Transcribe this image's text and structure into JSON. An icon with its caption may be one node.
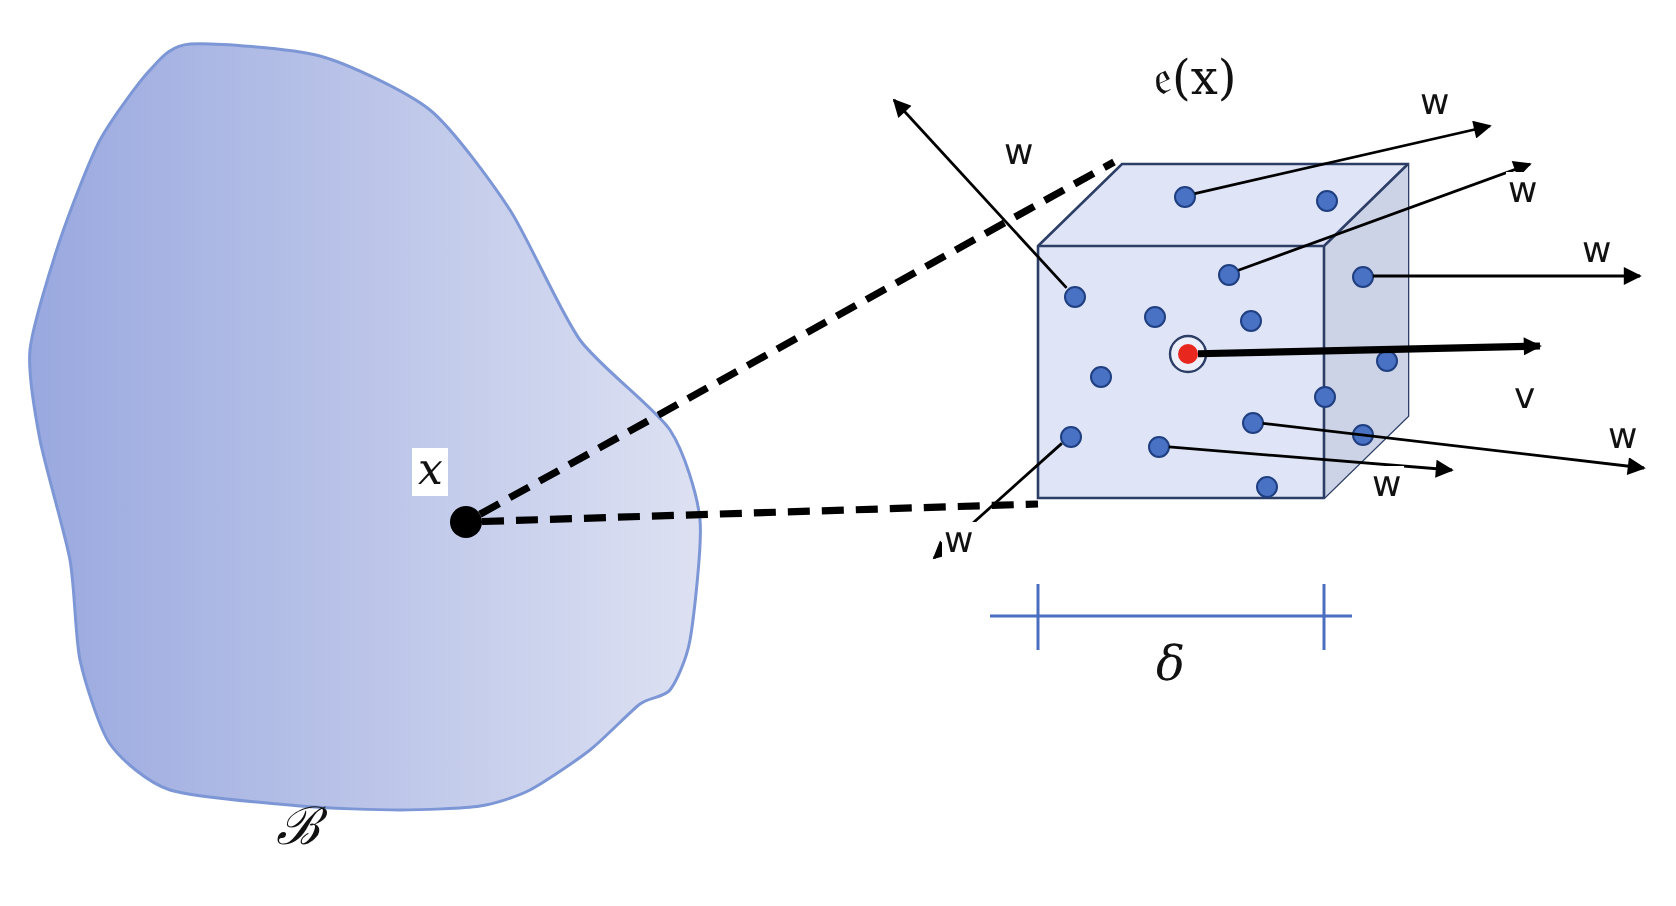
{
  "diagram": {
    "nodes": [
      {
        "text": [
          "ℬ"
        ]
      },
      {
        "text": [
          "x"
        ],
        "in": 0
      },
      {
        "text": [
          "𝔢(x)"
        ]
      },
      {
        "text": [],
        "shape": "circle",
        "in": 2
      },
      {
        "text": [],
        "shape": "circle",
        "in": 2
      },
      {
        "text": [],
        "shape": "circle",
        "in": 2
      },
      {
        "text": [],
        "shape": "circle",
        "in": 2
      },
      {
        "text": [],
        "shape": "circle",
        "in": 2
      },
      {
        "text": [],
        "shape": "circle",
        "in": 2
      },
      {
        "text": [],
        "shape": "circle",
        "in": 2
      },
      {
        "text": [],
        "shape": "circle",
        "in": 2
      },
      {
        "text": [],
        "shape": "circle",
        "in": 2
      },
      {
        "text": [],
        "shape": "circle",
        "in": 2
      },
      {
        "text": [],
        "shape": "circle",
        "in": 2
      },
      {
        "text": [],
        "shape": "circle",
        "in": 2
      },
      {
        "text": [],
        "shape": "circle",
        "in": 2
      },
      {
        "text": [],
        "shape": "circle",
        "in": 2
      },
      {
        "text": [],
        "shape": "circle",
        "in": 2
      },
      {
        "text": [],
        "shape": "circle",
        "in": 2
      }
    ],
    "edges": [
      {
        "from": 1,
        "to": 2,
        "arrow": "none",
        "style": "dashed"
      },
      {
        "from": 1,
        "to": 2,
        "arrow": "none",
        "style": "dashed"
      },
      {
        "from": 3,
        "to": null,
        "arrow": "to",
        "label": "w"
      },
      {
        "from": 5,
        "to": null,
        "arrow": "to",
        "label": "w"
      },
      {
        "from": 6,
        "to": null,
        "arrow": "to",
        "label": "w"
      },
      {
        "from": 7,
        "to": null,
        "arrow": "to",
        "label": "w"
      },
      {
        "from": 10,
        "to": null,
        "arrow": "to",
        "label": "v",
        "style": "thick"
      },
      {
        "from": 14,
        "to": null,
        "arrow": "to",
        "label": "w"
      },
      {
        "from": 16,
        "to": null,
        "arrow": "to",
        "label": "w"
      },
      {
        "from": 17,
        "to": null,
        "arrow": "to",
        "label": "w"
      }
    ],
    "labels": [
      "δ"
    ]
  }
}
